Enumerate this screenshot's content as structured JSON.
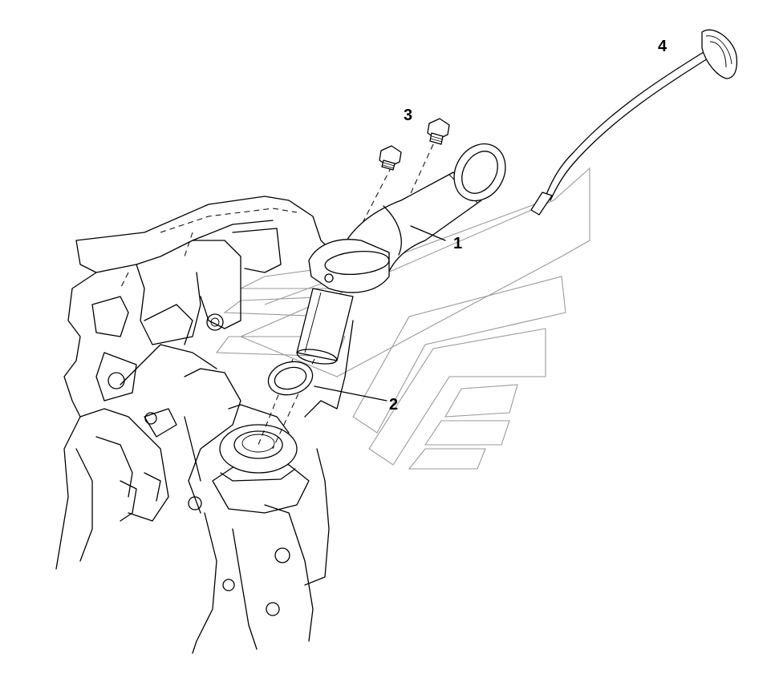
{
  "callouts": {
    "c1": "1",
    "c2": "2",
    "c3": "3",
    "c4": "4"
  },
  "colors": {
    "line": "#000000",
    "ghost": "#9a9a9a",
    "background": "#ffffff"
  }
}
